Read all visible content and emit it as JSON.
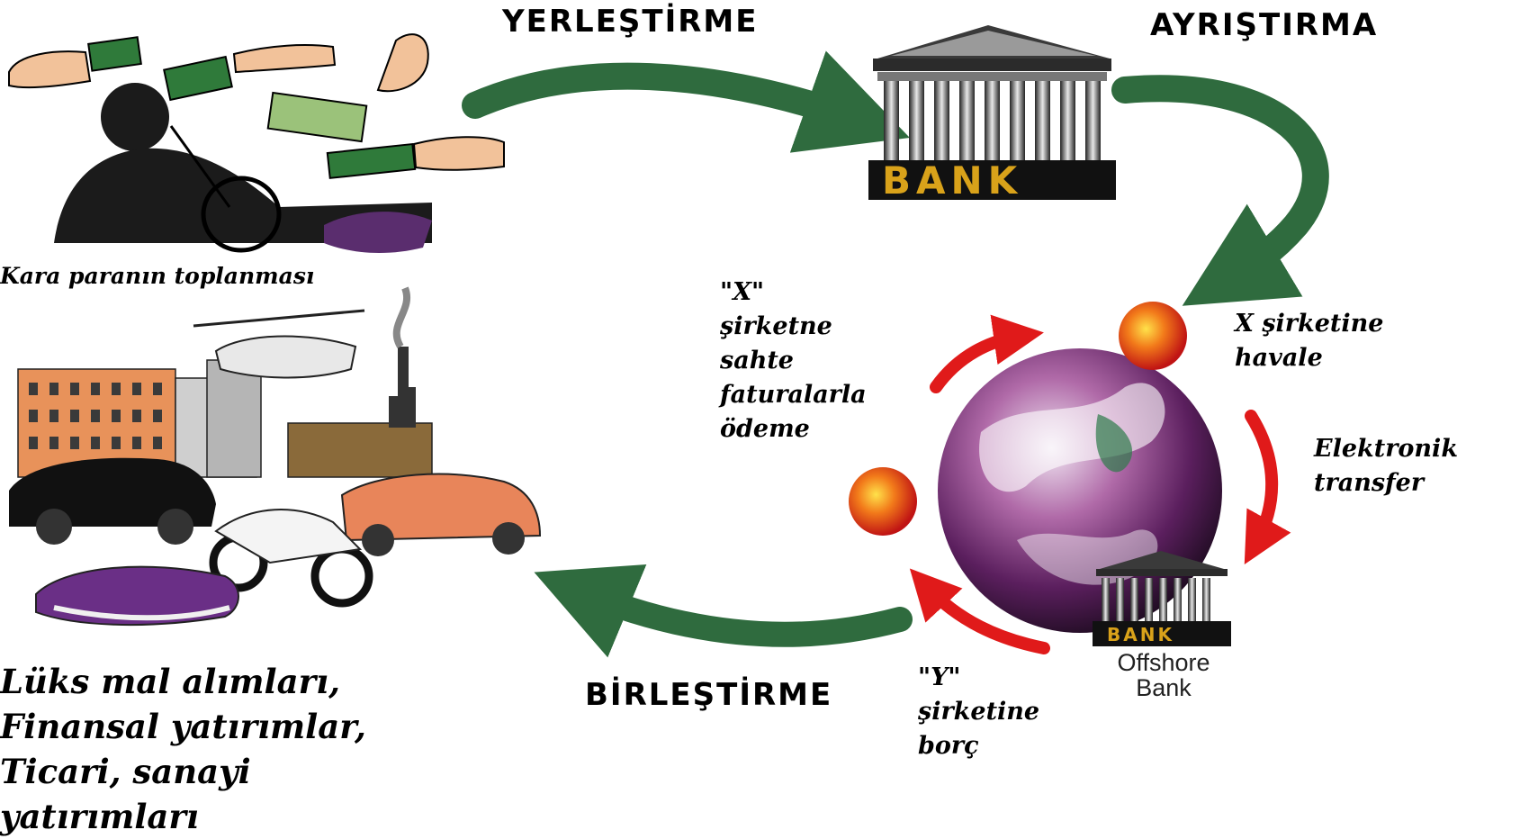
{
  "stages": {
    "placement": "YERLEŞTİRME",
    "layering": "AYRIŞTIRMA",
    "integration": "BİRLEŞTİRME"
  },
  "captions": {
    "collection": "Kara paranın toplanması",
    "luxury": [
      "Lüks mal alımları,",
      "Finansal yatırımlar,",
      "Ticari, sanayi",
      "yatırımları"
    ]
  },
  "bank": {
    "label": "BANK"
  },
  "offshore_bank": {
    "label": "BANK",
    "name_line1": "Offshore",
    "name_line2": "Bank"
  },
  "notes": {
    "x_invoices": [
      "\"X\"",
      "şirketne",
      "sahte",
      "faturalarla",
      "ödeme"
    ],
    "x_transfer": [
      "X şirketine",
      "havale"
    ],
    "electronic": [
      "Elektronik",
      "transfer"
    ],
    "y_debt": [
      "\"Y\"",
      "şirketine",
      "borç"
    ]
  },
  "colors": {
    "stage_arrow": "#2f6b3e",
    "cycle_arrow": "#e01a1a",
    "gold": "#d9a21a"
  },
  "icons": {
    "money": "money-exchange-illustration",
    "bank": "bank-building-icon",
    "globe": "globe-icon",
    "assets": "luxury-assets-illustration"
  }
}
